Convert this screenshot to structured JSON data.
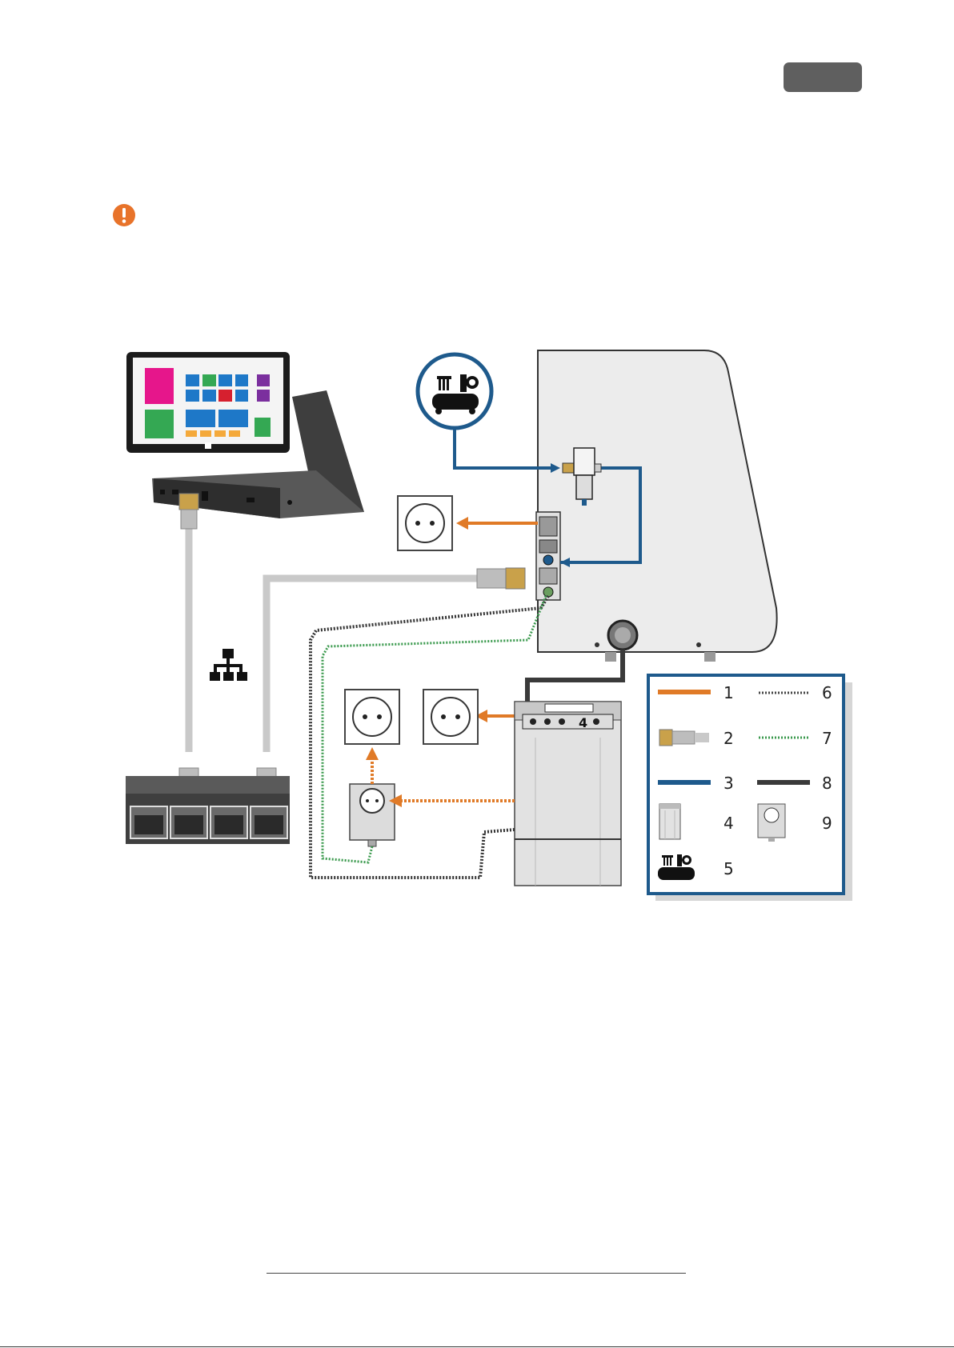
{
  "legend": {
    "items": [
      {
        "num": "1",
        "kind": "power-cable",
        "color": "#e07a27"
      },
      {
        "num": "2",
        "kind": "network-cable",
        "color": "#c7c7c7"
      },
      {
        "num": "3",
        "kind": "compressed-air-hose",
        "color": "#1e5a8c"
      },
      {
        "num": "4",
        "kind": "filter-unit"
      },
      {
        "num": "5",
        "kind": "compressor"
      },
      {
        "num": "6",
        "kind": "grounding-cable",
        "color": "#3a3a3a"
      },
      {
        "num": "7",
        "kind": "grounding-cable-green",
        "color": "#3b9a4e"
      },
      {
        "num": "8",
        "kind": "suction-hose",
        "color": "#3a3a3a"
      },
      {
        "num": "9",
        "kind": "remote-switch-socket"
      }
    ]
  },
  "tablet_tiles": {
    "colors": [
      "#e6168b",
      "#1e78c8",
      "#34a853",
      "#d6202f",
      "#7b2f9e",
      "#f4a93b"
    ]
  },
  "filter_panel_digit": "4",
  "colors": {
    "accent_orange": "#e07a27",
    "hose_blue": "#1e5a8c",
    "warning": "#e8732a",
    "machine_body": "#ececec",
    "dock_gray": "#4a4a4a"
  }
}
